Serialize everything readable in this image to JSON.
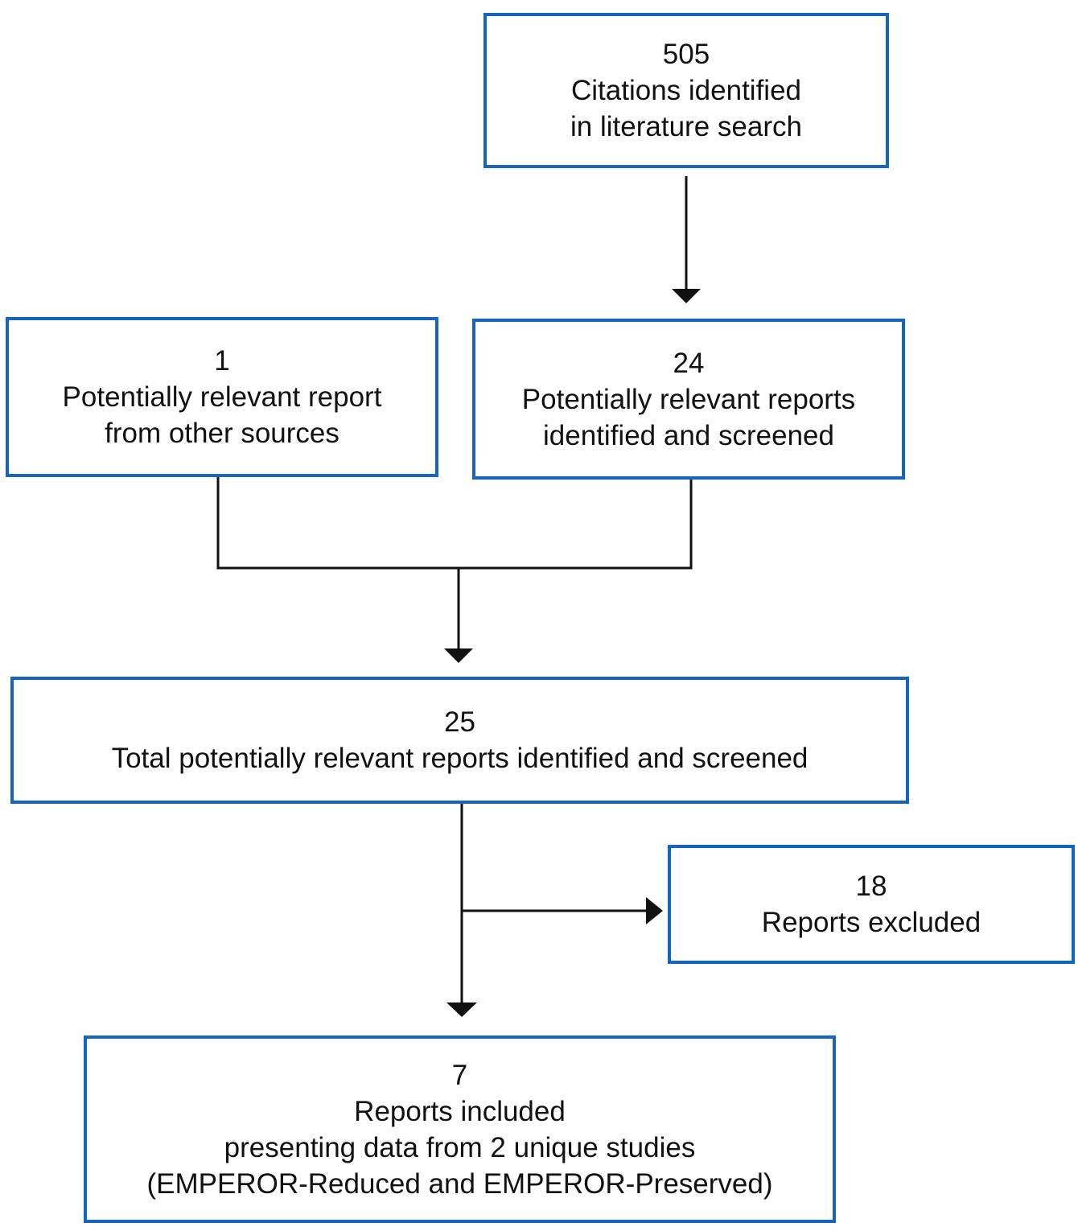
{
  "boxes": {
    "citations": {
      "count": "505",
      "lines": [
        "Citations identified",
        "in literature search"
      ]
    },
    "other_sources": {
      "count": "1",
      "lines": [
        "Potentially relevant report",
        "from other sources"
      ]
    },
    "screened": {
      "count": "24",
      "lines": [
        "Potentially relevant reports",
        "identified and screened"
      ]
    },
    "total": {
      "count": "25",
      "lines": [
        "Total potentially relevant reports identified and screened"
      ]
    },
    "excluded": {
      "count": "18",
      "lines": [
        "Reports excluded"
      ]
    },
    "included": {
      "count": "7",
      "lines": [
        "Reports included",
        "presenting data from 2 unique studies",
        "(EMPEROR-Reduced and EMPEROR-Preserved)"
      ]
    }
  },
  "colors": {
    "box_border": "#1565c0",
    "connector": "#111111",
    "text": "#111111"
  }
}
